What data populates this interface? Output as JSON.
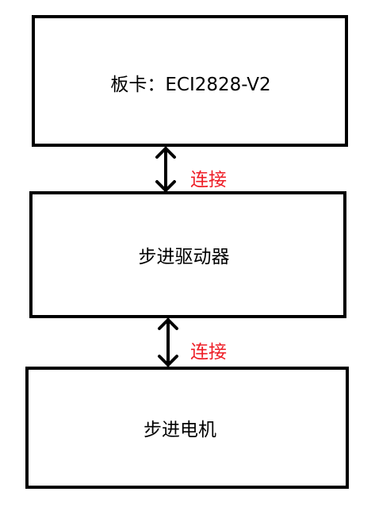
{
  "nodes": {
    "board": "板卡：ECI2828-V2",
    "driver": "步进驱动器",
    "motor": "步进电机"
  },
  "connections": [
    {
      "label": "连接"
    },
    {
      "label": "连接"
    }
  ],
  "colors": {
    "box_border": "#000000",
    "connection_label": "#ee1c25",
    "arrow": "#000000"
  }
}
